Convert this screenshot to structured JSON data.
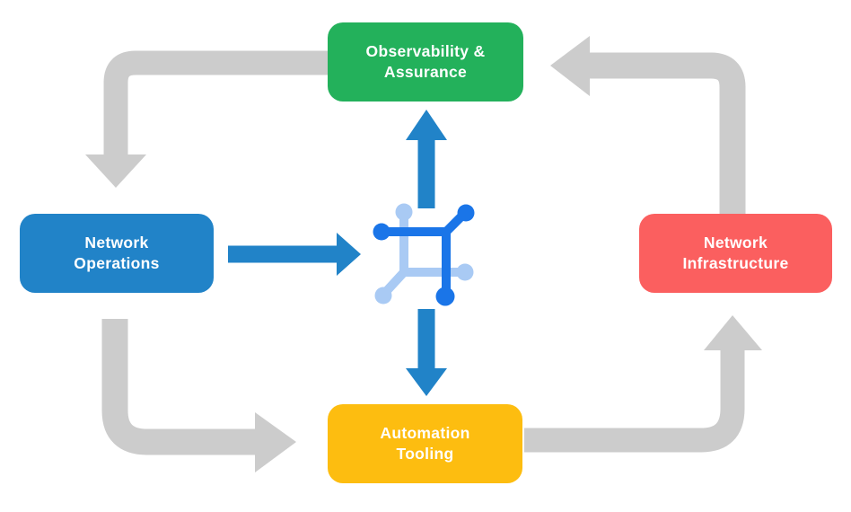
{
  "diagram": {
    "type": "cyclic-workflow-diagram",
    "nodes": {
      "observability": {
        "label": "Observability &\nAssurance",
        "color": "#23B15B"
      },
      "operations": {
        "label": "Network\nOperations",
        "color": "#2183C8"
      },
      "infrastructure": {
        "label": "Network\nInfrastructure",
        "color": "#FB5F5F"
      },
      "automation": {
        "label": "Automation\nTooling",
        "color": "#FDBD10"
      }
    },
    "center_icon": "network-hub-icon",
    "colors": {
      "background": "#FFFFFF",
      "arrow_gray": "#CCCCCC",
      "arrow_blue": "#2183C8",
      "icon_blue_dark": "#1A75E8",
      "icon_blue_light": "#A9CAF4",
      "node_text": "#FFFFFF"
    },
    "flows_gray": [
      "observability -> operations",
      "infrastructure -> observability",
      "operations -> automation",
      "automation -> infrastructure"
    ],
    "flows_blue": [
      "operations -> center",
      "center -> observability",
      "center -> automation"
    ]
  }
}
